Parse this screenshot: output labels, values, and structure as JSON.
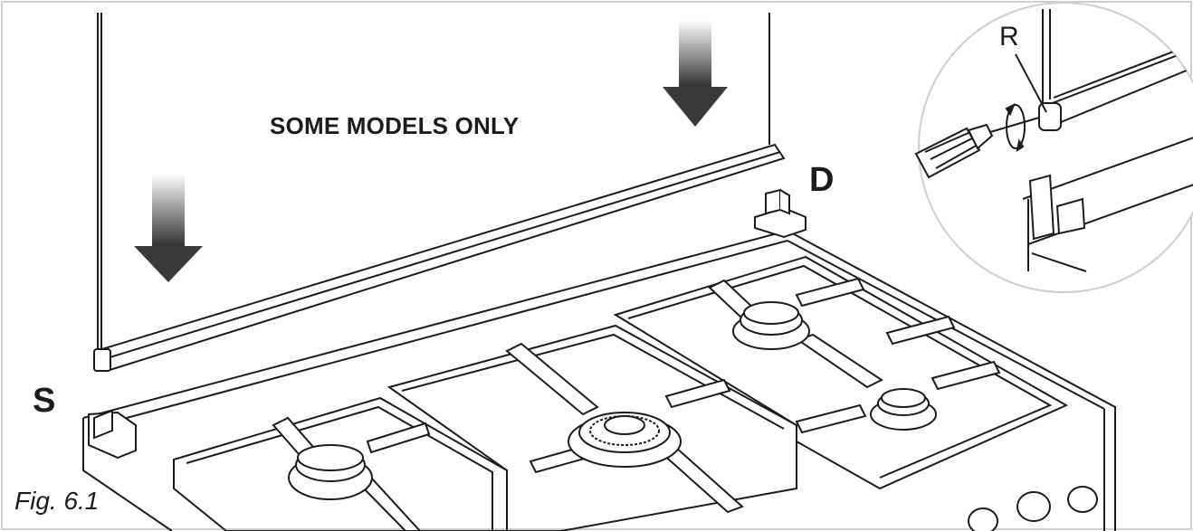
{
  "caption": "SOME MODELS ONLY",
  "labels": {
    "left_side": "S",
    "right_side": "D",
    "detail_part": "R"
  },
  "figure_label": "Fig. 6.1",
  "colors": {
    "line": "#1c1c1c",
    "panel_fill": "#ffffff",
    "arrow_dark": "#3a3a3a",
    "arrow_light": "#ffffff",
    "frame_border": "#cfcfcf"
  },
  "icons": [
    "down-arrow-icon",
    "down-arrow-icon",
    "screwdriver-icon",
    "rotation-icon"
  ]
}
